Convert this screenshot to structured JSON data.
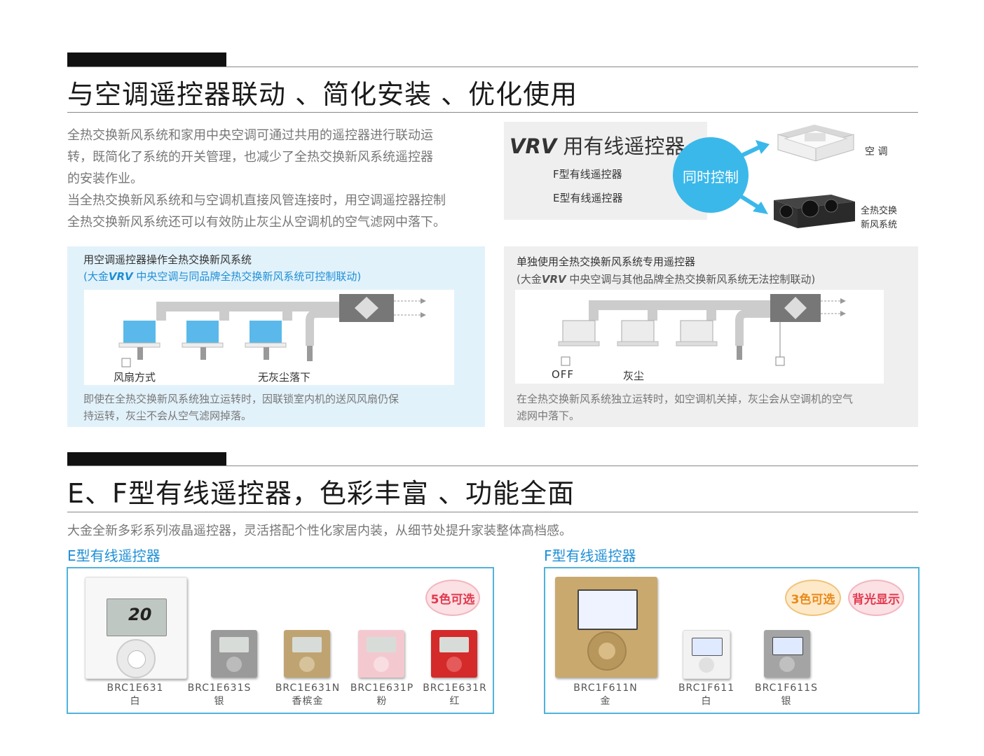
{
  "section1": {
    "title": "与空调遥控器联动 、简化安装 、优化使用",
    "paragraphs": [
      "全热交换新风系统和家用中央空调可通过共用的遥控器进行联动运",
      "转，既简化了系统的开关管理，也减少了全热交换新风系统遥控器",
      "的安装作业。",
      "当全热交换新风系统和与空调机直接风管连接时，用空调遥控器控制",
      "全热交换新风系统还可以有效防止灰尘从空调机的空气滤网中落下。"
    ],
    "vrv_box": {
      "title_vrv": "VRV",
      "title_rest": " 用有线遥控器",
      "item1": "F型有线遥控器",
      "item2": "E型有线遥控器",
      "circle": "同时控制",
      "label_ac": "空 调",
      "label_erv1": "全热交换",
      "label_erv2": "新风系统"
    },
    "left_panel": {
      "title": "用空调遥控器操作全热交换新风系统",
      "sub_a": "(大金",
      "sub_vrv": "VRV",
      "sub_b": "  中央空调与同品牌全热交换新风系统可控制联动)",
      "label_fan": "风扇方式",
      "label_nodust": "无灰尘落下",
      "note1": "即使在全热交换新风系统独立运转时，因联锁室内机的送风风扇仍保",
      "note2": "持运转，灰尘不会从空气滤网掉落。"
    },
    "right_panel": {
      "title": "单独使用全热交换新风系统专用遥控器",
      "sub_a": "(大金",
      "sub_vrv": "VRV",
      "sub_b": "  中央空调与其他品牌全热交换新风系统无法控制联动)",
      "label_off": "OFF",
      "label_dust": "灰尘",
      "note1": "在全热交换新风系统独立运转时，如空调机关掉，灰尘会从空调机的空气",
      "note2": "滤网中落下。"
    }
  },
  "section2": {
    "title": "E、F型有线遥控器，色彩丰富 、功能全面",
    "intro": "大金全新多彩系列液晶遥控器，灵活搭配个性化家居内装，从细节处提升家装整体高档感。",
    "e_title": "E型有线遥控器",
    "f_title": "F型有线遥控器",
    "e_badge": "5色可选",
    "f_badge1": "3色可选",
    "f_badge2": "背光显示",
    "lcd_temp": "20",
    "e_models": [
      {
        "code": "BRC1E631",
        "color": "白"
      },
      {
        "code": "BRC1E631S",
        "color": "银"
      },
      {
        "code": "BRC1E631N",
        "color": "香槟金"
      },
      {
        "code": "BRC1E631P",
        "color": "粉"
      },
      {
        "code": "BRC1E631R",
        "color": "红"
      }
    ],
    "f_models": [
      {
        "code": "BRC1F611N",
        "color": "金"
      },
      {
        "code": "BRC1F611",
        "color": "白"
      },
      {
        "code": "BRC1F611S",
        "color": "银"
      }
    ]
  },
  "colors": {
    "accent_blue": "#1e8fd6",
    "circle_blue": "#3bb8ea",
    "panel_light_blue": "#e2f2fb",
    "panel_gray": "#efefef",
    "badge_red": "#e23a4e"
  }
}
